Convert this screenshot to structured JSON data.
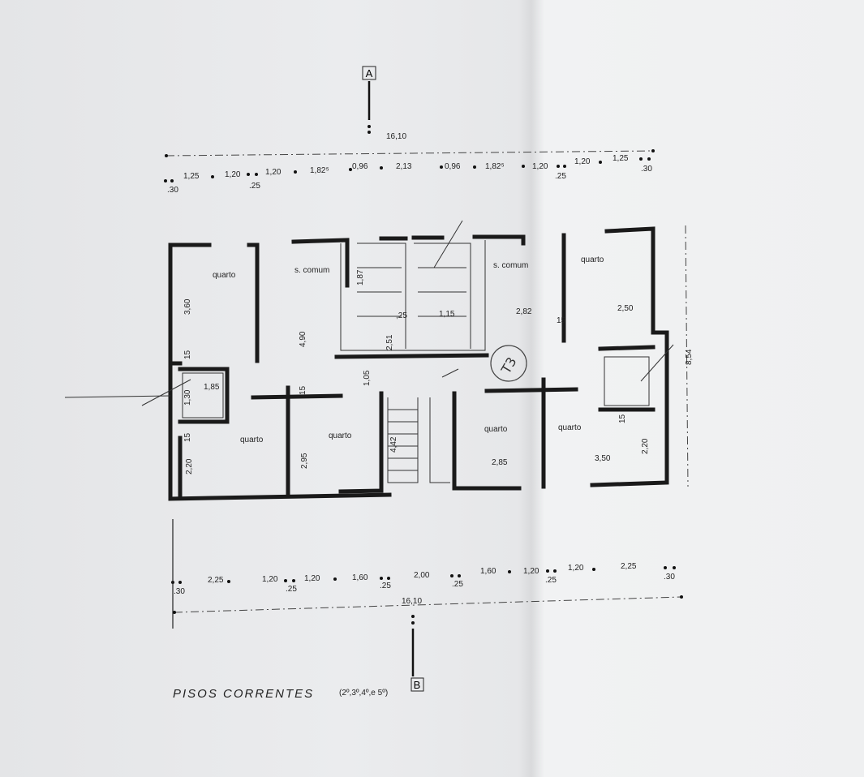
{
  "plan": {
    "title": "PISOS CORRENTES",
    "floors": "(2º,3º,4º,e 5º)",
    "section_top": "A",
    "section_bottom": "B",
    "overall_width_top": "16,10",
    "overall_width_bottom": "16,10",
    "overall_depth": "8,54",
    "top_dims": [
      ".30",
      "1,25",
      "1,20",
      ".25",
      "1,20",
      "1,82⁵",
      "0,96",
      "2,13",
      "0,96",
      "1,82⁵",
      "1,20",
      ".25",
      "1,20",
      "1,25",
      ".30"
    ],
    "bottom_dims": [
      ".30",
      "2,25",
      "1,20",
      ".25",
      "1,20",
      "1,60",
      ".25",
      "2,00",
      ".25",
      "1,60",
      "1,20",
      ".25",
      "1,20",
      "2,25",
      ".30"
    ],
    "rooms": {
      "quarto_tl": "quarto",
      "s_comum_l": "s. comum",
      "s_comum_r": "s. comum",
      "quarto_tr": "quarto",
      "quarto_bl": "quarto",
      "quarto_bl2": "quarto",
      "quarto_br": "quarto",
      "quarto_br2": "quarto"
    },
    "inner_dims": {
      "d360": "3,60",
      "d490": "4,90",
      "d187": "1,87",
      "d25": ",25",
      "d251": "2,51",
      "d115": "1,15",
      "d282": "2,82",
      "d250": "2,50",
      "d15a": "15",
      "d15b": "15",
      "d15c": "15",
      "d15d": "15",
      "d15e": "15",
      "d105": "1,05",
      "d185": "1,85",
      "d130": "1,30",
      "d295": "2,95",
      "d220l": "2,20",
      "d442": "4,42",
      "d285": "2,85",
      "d350": "3,50",
      "d220r": "2,20"
    },
    "handwritten": "T3"
  }
}
